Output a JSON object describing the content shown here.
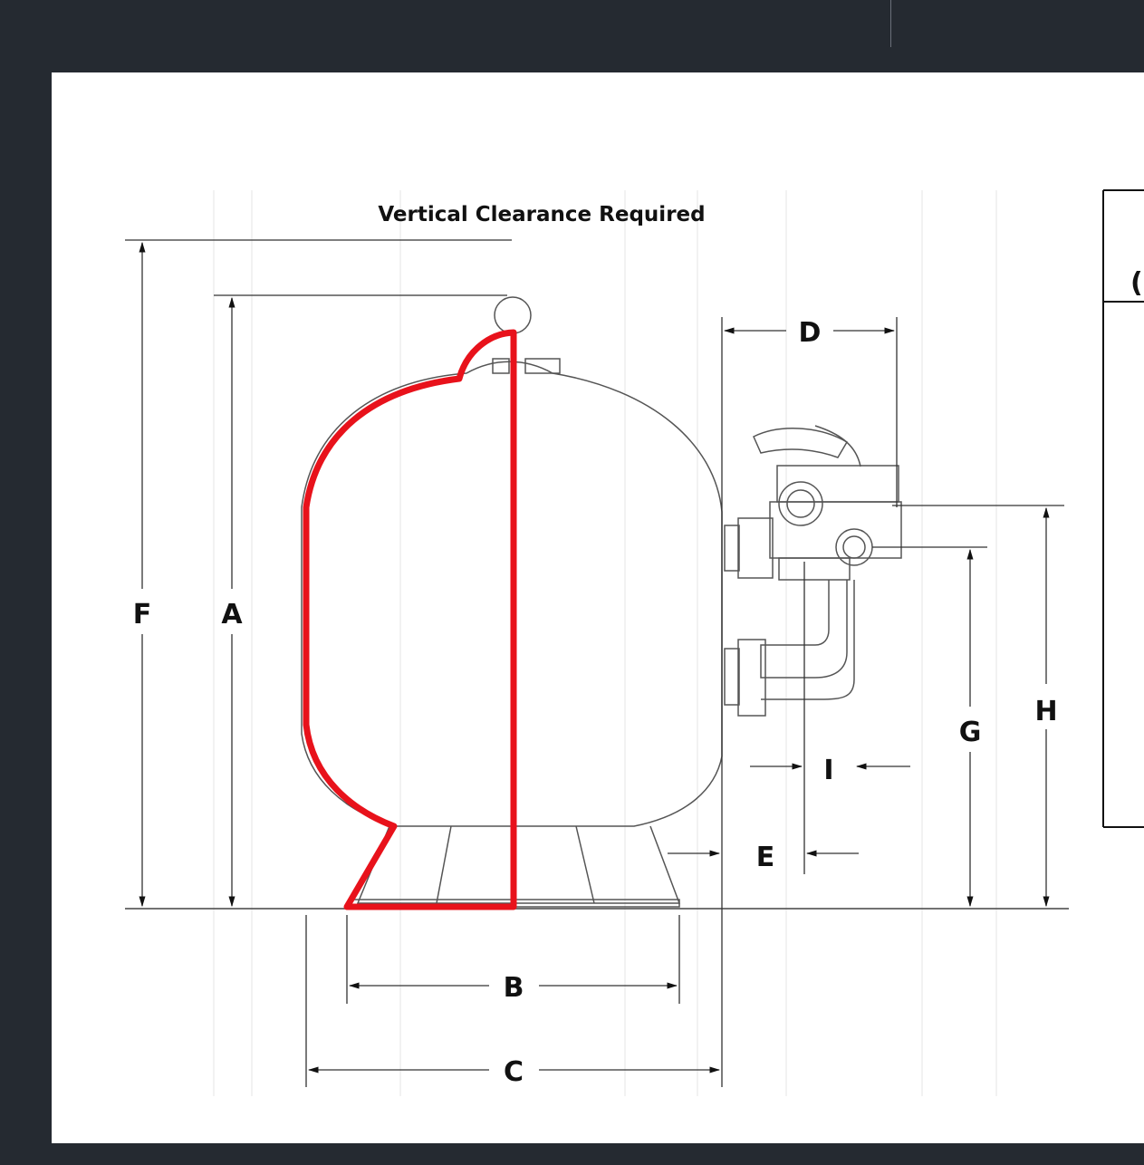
{
  "caption": "Vertical Clearance Required",
  "dimension_labels": {
    "a": "A",
    "b": "B",
    "c": "C",
    "d": "D",
    "e": "E",
    "f": "F",
    "g": "G",
    "h": "H",
    "i": "I"
  },
  "table_fragment": "(",
  "colors": {
    "frame": "#252a31",
    "highlight": "#e8121b",
    "line": "#333333"
  }
}
